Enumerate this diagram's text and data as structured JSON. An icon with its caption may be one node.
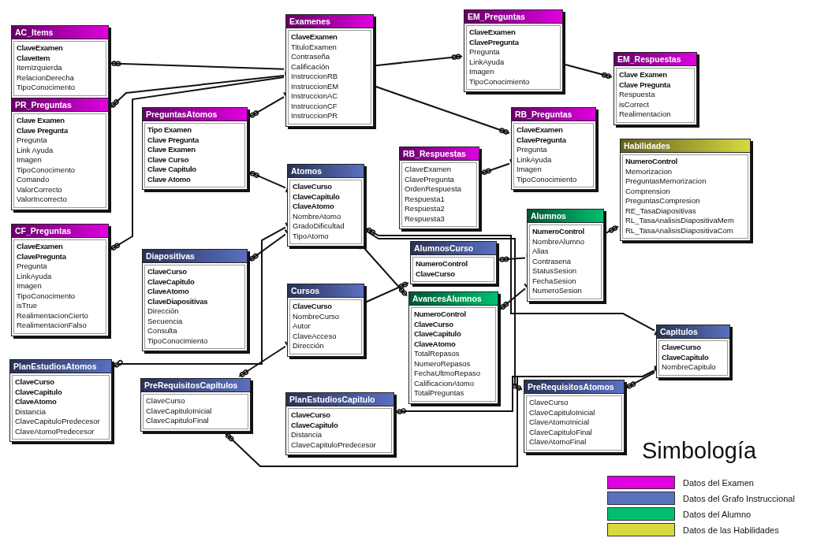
{
  "diagram": {
    "nodes": [
      {
        "text": [
          "AC_Items",
          "ClaveExamen",
          "ClaveItem",
          "ItemIzquierda",
          "RelacionDerecha",
          "TipoConocimento"
        ]
      },
      {
        "text": [
          "Examenes",
          "ClaveExamen",
          "TituloExamen",
          "Contraseña",
          "Calificación",
          "InstruccionRB",
          "InstruccionEM",
          "InstruccionAC",
          "InstruccionCF",
          "InstruccionPR"
        ]
      },
      {
        "text": [
          "EM_Preguntas",
          "ClaveExamen",
          "ClavePregunta",
          "Pregunta",
          "LinkAyuda",
          "Imagen",
          "TipoConocimiento"
        ]
      },
      {
        "text": [
          "EM_Respuestas",
          "Clave Examen",
          "Clave Pregunta",
          "Respuesta",
          "isCorrect",
          "Realimentacion"
        ]
      },
      {
        "text": [
          "PR_Preguntas",
          "Clave Examen",
          "Clave Pregunta",
          "Pregunta",
          "Link Ayuda",
          "Imagen",
          "TipoConocimento",
          "Comando",
          "ValorCorrecto",
          "ValorIncorrecto"
        ]
      },
      {
        "text": [
          "PreguntasAtomos",
          "Tipo Examen",
          "Clave Pregunta",
          "Clave Examen",
          "Clave Curso",
          "Clave Capitulo",
          "Clave Atomo"
        ]
      },
      {
        "text": [
          "RB_Preguntas",
          "ClaveExamen",
          "ClavePregunta",
          "Pregunta",
          "LinkAyuda",
          "Imagen",
          "TipoConocimiento"
        ]
      },
      {
        "text": [
          "RB_Respuestas",
          "ClaveExamen",
          "ClavePregunta",
          "OrdenRespuesta",
          "Respuesta1",
          "Respuesta2",
          "Respuesta3"
        ]
      },
      {
        "text": [
          "Habilidades",
          "NumeroControl",
          "Memorizacion",
          "PreguntasMemorizacion",
          "Comprension",
          "PreguntasCompresion",
          "RE_TasaDiapositivas",
          "RL_TasaAnalisisDiapositivaMem",
          "RL_TasaAnalisisDiapositivaCom"
        ]
      },
      {
        "text": [
          "Atomos",
          "ClaveCurso",
          "ClaveCapitulo",
          "ClaveAtomo",
          "NombreAtomo",
          "GradoDificultad",
          "TipoAtomo"
        ]
      },
      {
        "text": [
          "Alumnos",
          "NumeroControl",
          "NombreAlumno",
          "Alias",
          "Contrasena",
          "StatusSesion",
          "FechaSesion",
          "NumeroSesion"
        ]
      },
      {
        "text": [
          "CF_Preguntas",
          "ClaveExamen",
          "ClavePregunta",
          "Pregunta",
          "LinkAyuda",
          "Imagen",
          "TipoConocimento",
          "isTrue",
          "RealimentacionCierto",
          "RealimentacionFalso"
        ]
      },
      {
        "text": [
          "Diapositivas",
          "ClaveCurso",
          "ClaveCapitulo",
          "ClaveAtomo",
          "ClaveDiapositivas",
          "Dirección",
          "Secuencia",
          "Consulta",
          "TipoConocimiento"
        ]
      },
      {
        "text": [
          "AlumnosCurso",
          "NumeroControl",
          "ClaveCurso"
        ]
      },
      {
        "text": [
          "Cursos",
          "ClaveCurso",
          "NombreCurso",
          "Autor",
          "ClaveAcceso",
          "Dirección"
        ]
      },
      {
        "text": [
          "AvancesAlumnos",
          "NumeroControl",
          "ClaveCurso",
          "ClaveCapitulo",
          "ClaveAtomo",
          "TotalRepasos",
          "NumeroRepasos",
          "FechaUltmoRepaso",
          "CalificacionAtomo",
          "TotalPreguntas"
        ]
      },
      {
        "text": [
          "Capitulos",
          "ClaveCurso",
          "ClaveCapitulo",
          "NombreCapitulo"
        ]
      },
      {
        "text": [
          "PlanEstudiosAtomos",
          "ClaveCurso",
          "ClaveCapitulo",
          "ClaveAtomo",
          "Distancia",
          "ClaveCapituloPredecesor",
          "ClaveAtomoPredecesor"
        ]
      },
      {
        "text": [
          "PreRequisitosCapitulos",
          "ClaveCurso",
          "ClaveCapituloInicial",
          "ClaveCapituloFinal"
        ]
      },
      {
        "text": [
          "PlanEstudiosCapitulo",
          "ClaveCurso",
          "ClaveCapitulo",
          "Distancia",
          "ClaveCapituloPredecesor"
        ]
      },
      {
        "text": [
          "PreRequisitosAtomos",
          "ClaveCurso",
          "ClaveCapituloInicial",
          "ClaveAtomoInicial",
          "ClaveCapituloFinal",
          "ClaveAtomoFinal"
        ]
      }
    ],
    "edges": [
      {
        "from": 1,
        "to": 0,
        "arrow": "other"
      },
      {
        "from": 1,
        "to": 4,
        "arrow": "other"
      },
      {
        "from": 1,
        "to": 11,
        "arrow": "other"
      },
      {
        "from": 1,
        "to": 2,
        "arrow": "other"
      },
      {
        "from": 1,
        "to": 6,
        "arrow": "other"
      },
      {
        "from": 1,
        "to": 5,
        "arrow": "other"
      },
      {
        "from": 2,
        "to": 3,
        "arrow": "other"
      },
      {
        "from": 6,
        "to": 7,
        "arrow": "other"
      },
      {
        "from": 9,
        "to": 5,
        "arrow": "other"
      },
      {
        "from": 9,
        "to": 12,
        "arrow": "other"
      },
      {
        "from": 9,
        "to": 15,
        "arrow": "other"
      },
      {
        "from": 9,
        "to": 17,
        "arrow": "other"
      },
      {
        "from": 10,
        "to": 8,
        "arrow": "other"
      },
      {
        "from": 10,
        "to": 13,
        "arrow": "other"
      },
      {
        "from": 10,
        "to": 15,
        "arrow": "other"
      },
      {
        "from": 14,
        "to": 13,
        "arrow": "other"
      },
      {
        "from": 14,
        "to": 18,
        "arrow": "other"
      },
      {
        "from": 16,
        "to": 9,
        "arrow": "other"
      },
      {
        "from": 16,
        "to": 19,
        "arrow": "other"
      },
      {
        "from": 16,
        "to": 20,
        "arrow": "other"
      },
      {
        "from": 16,
        "to": 18,
        "arrow": "other"
      },
      {
        "from": 9,
        "to": 20,
        "arrow": "other"
      }
    ],
    "labels": [
      "Simbología"
    ],
    "legend": [
      {
        "text": "Datos del Examen",
        "color": "#e000e0"
      },
      {
        "text": "Datos del Grafo Instruccional",
        "color": "#5a70c0"
      },
      {
        "text": "Datos del Alumno",
        "color": "#00c070"
      },
      {
        "text": "Datos de las Habilidades",
        "color": "#d8d840"
      }
    ]
  }
}
